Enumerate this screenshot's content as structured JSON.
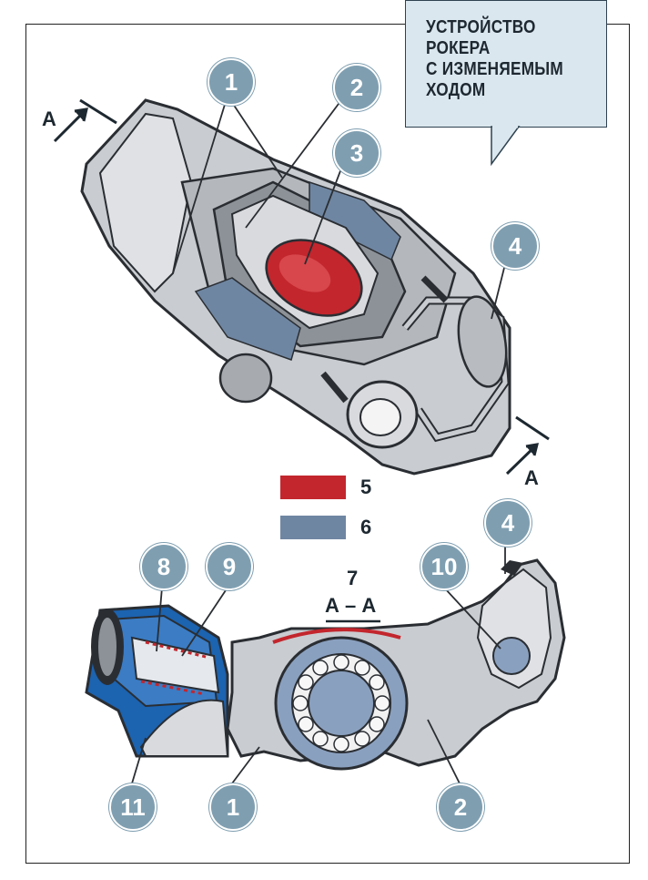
{
  "title": "УСТРОЙСТВО\nРОКЕРА\nС ИЗМЕНЯЕМЫМ\nХОДОМ",
  "section_marks": {
    "upper_left": "А",
    "lower_right": "А"
  },
  "badges": {
    "top": [
      "1",
      "2",
      "3",
      "4"
    ],
    "bottom": [
      "4",
      "8",
      "9",
      "10",
      "11",
      "1",
      "2"
    ]
  },
  "legend": [
    {
      "number": "5",
      "color": "#c3262d"
    },
    {
      "number": "6",
      "color": "#6f86a2"
    }
  ],
  "section_view": {
    "number": "7",
    "label": "А – А"
  },
  "colors": {
    "badge": "#7f9fb1",
    "metal": "#c9ccd0",
    "bearing": "#8aa0bf",
    "oil": "#1c63b0",
    "red": "#c3262d"
  }
}
